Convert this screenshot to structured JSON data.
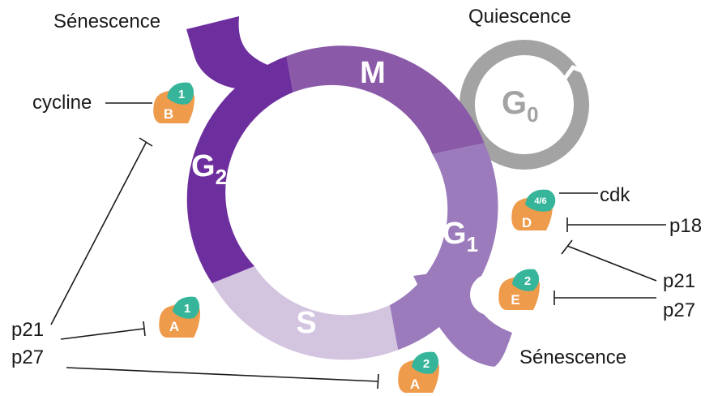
{
  "labels": {
    "senescence_top": "Sénescence",
    "senescence_bottom": "Sénescence",
    "quiescence": "Quiescence",
    "cycline": "cycline",
    "cdk": "cdk",
    "p18": "p18",
    "p21_left": "p21",
    "p27_left": "p27",
    "p21_right": "p21",
    "p27_right": "p27"
  },
  "phases": {
    "m": "M",
    "g2": "G",
    "g2_sub": "2",
    "g1": "G",
    "g1_sub": "1",
    "s": "S",
    "g0": "G",
    "g0_sub": "0"
  },
  "complexes": {
    "b1": {
      "cyclin": "B",
      "cdk": "1"
    },
    "a1": {
      "cyclin": "A",
      "cdk": "1"
    },
    "a2": {
      "cyclin": "A",
      "cdk": "2"
    },
    "d46": {
      "cyclin": "D",
      "cdk": "4/6"
    },
    "e2": {
      "cyclin": "E",
      "cdk": "2"
    }
  },
  "colors": {
    "m": "#8a5aa8",
    "g2": "#6e2f9e",
    "g1": "#9b7bbb",
    "s": "#d3c4e0",
    "g0": "#a3a3a3",
    "cyclin": "#ef9b4c",
    "cdk": "#36b59a"
  }
}
